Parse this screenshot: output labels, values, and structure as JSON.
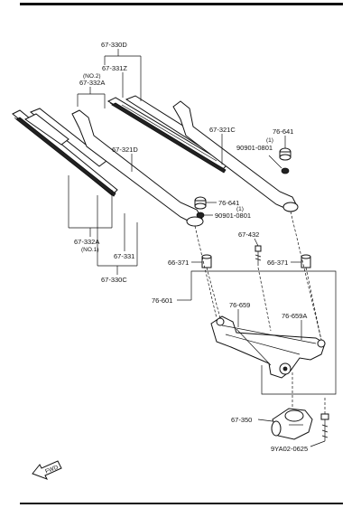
{
  "labels": {
    "p_67_330D": "67-330D",
    "p_67_331Z": "67-331Z",
    "p_no2": "(NO.2)",
    "p_67_332A_top": "67-332A",
    "p_67_321C": "67-321C",
    "p_76_641_top": "76-641",
    "p_qty1_top": "(1)",
    "p_90901_top": "90901-0801",
    "p_67_321D": "67-321D",
    "p_76_641_mid": "76-641",
    "p_qty1_mid": "(1)",
    "p_90901_mid": "90901-0801",
    "p_67_432": "67-432",
    "p_66_371_left": "66-371",
    "p_66_371_right": "66-371",
    "p_67_332A_bot": "67-332A",
    "p_no1": "(NO.1)",
    "p_67_331": "67-331",
    "p_67_330C": "67-330C",
    "p_76_601": "76-601",
    "p_76_659": "76-659",
    "p_76_659A": "76-659A",
    "p_67_350": "67-350",
    "p_9YA02": "9YA02-0625",
    "fwd": "FWD"
  }
}
